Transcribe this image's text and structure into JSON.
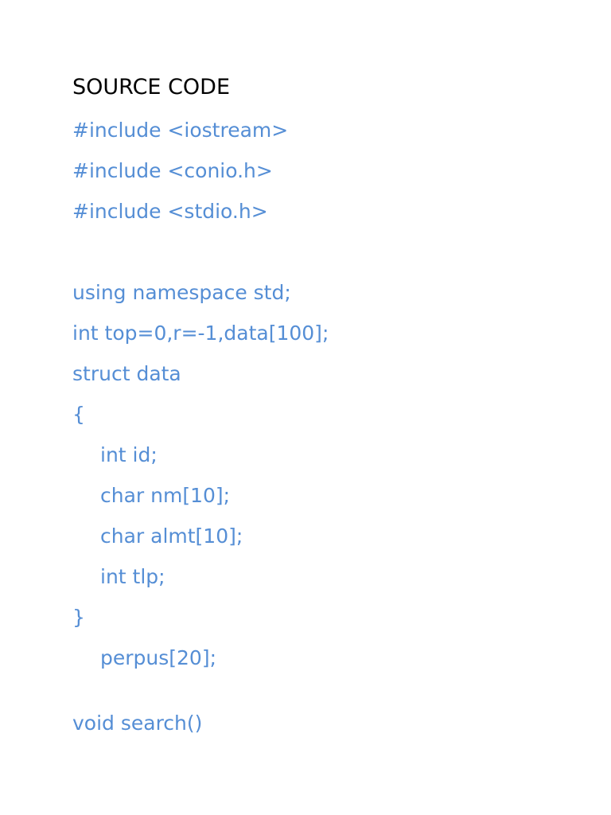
{
  "heading": "SOURCE CODE",
  "code": {
    "line1": "#include <iostream>",
    "line2": "#include <conio.h>",
    "line3": "#include <stdio.h>",
    "line4": "using namespace std;",
    "line5": "int top=0,r=-1,data[100];",
    "line6": "struct data",
    "line7": "{",
    "line8": "int id;",
    "line9": "char nm[10];",
    "line10": "char almt[10];",
    "line11": "int tlp;",
    "line12": "}",
    "line13": "perpus[20];",
    "line14": "void search()"
  },
  "colors": {
    "code_text": "#558ed5",
    "heading_text": "#000000"
  }
}
